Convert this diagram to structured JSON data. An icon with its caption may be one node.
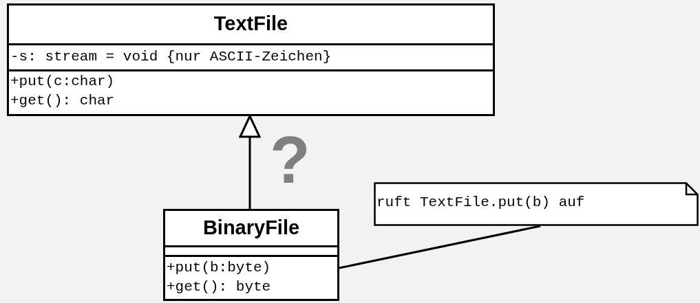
{
  "diagram": {
    "nodes": [
      {
        "text": [
          "TextFile",
          "-s: stream = void {nur ASCII-Zeichen}",
          "+put(c:char)",
          "+get(): char"
        ]
      },
      {
        "text": [
          "BinaryFile",
          "+put(b:byte)",
          "+get(): byte"
        ]
      },
      {
        "text": [
          "ruft TextFile.put(b) auf"
        ]
      }
    ],
    "edges": [
      {
        "from": 1,
        "to": 0,
        "arrow": "to"
      },
      {
        "from": 2,
        "to": 1,
        "arrow": "none"
      }
    ],
    "labels": [
      "?"
    ]
  }
}
